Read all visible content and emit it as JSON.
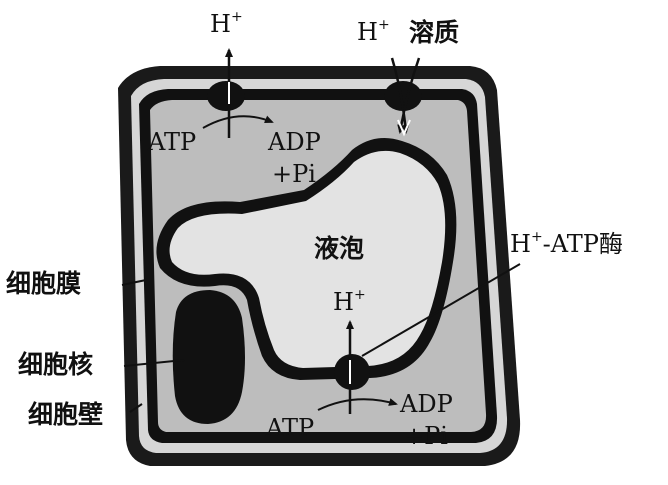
{
  "labels": {
    "h_plus_top_left": "H",
    "h_plus_top_right": "H",
    "h_plus_vacuole": "H",
    "plus_sign": "+",
    "solute": "溶质",
    "atp_top": "ATP",
    "adp_top": "ADP",
    "pi_top": "+Pi",
    "atp_bottom": "ATP",
    "adp_bottom": "ADP",
    "pi_bottom": "+Pi",
    "vacuole": "液泡",
    "cell_membrane": "细胞膜",
    "nucleus": "细胞核",
    "cell_wall": "细胞壁",
    "h_atpase_prefix": "H",
    "h_atpase_suffix": "-ATP酶"
  },
  "colors": {
    "cytoplasm": "#bdbdbd",
    "wall_dark": "#1a1a1a",
    "wall_light": "#d9d9d9",
    "pump": "#111111",
    "arrow": "#111111"
  }
}
